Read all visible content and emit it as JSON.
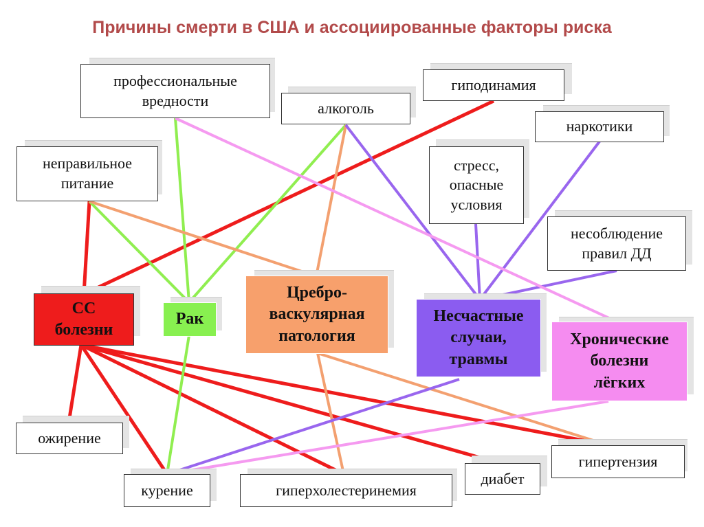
{
  "title": "Причины смерти в США и ассоциированные факторы риска",
  "diseases": {
    "cv": {
      "label": "СС болезни",
      "color": "#ee1c1c"
    },
    "cancer": {
      "label": "Рак",
      "color": "#80f040"
    },
    "cerebro": {
      "label": "Цреброваскулярная патология",
      "line1": "Цребро-",
      "line2": "васкулярная",
      "line3": "патология",
      "color": "#f7a06c"
    },
    "accidents": {
      "label": "Несчастные случаи, травмы",
      "line1": "Несчастные",
      "line2": "случаи,",
      "line3": "травмы",
      "color": "#8b5cf0"
    },
    "lung": {
      "label": "Хронические болезни лёгких",
      "line1": "Хронические",
      "line2": "болезни",
      "line3": "лёгких",
      "color": "#f58cf0"
    }
  },
  "factors": {
    "occupational": {
      "line1": "профессиональные",
      "line2": "вредности"
    },
    "alcohol": "алкоголь",
    "hypodynamia": "гиподинамия",
    "drugs": "наркотики",
    "diet": {
      "line1": "неправильное",
      "line2": "питание"
    },
    "stress": {
      "line1": "стресс,",
      "line2": "опасные",
      "line3": "условия"
    },
    "traffic": {
      "line1": "несоблюдение",
      "line2": "правил ДД"
    },
    "obesity": "ожирение",
    "smoking": "курение",
    "cholesterol": "гиперхолестеринемия",
    "diabetes": "диабет",
    "hypertension": "гипертензия"
  },
  "links": [
    {
      "from": "cv",
      "to": "diet",
      "color": "#ee1c1c"
    },
    {
      "from": "cv",
      "to": "hypodynamia",
      "color": "#ee1c1c"
    },
    {
      "from": "cv",
      "to": "obesity",
      "color": "#ee1c1c"
    },
    {
      "from": "cv",
      "to": "smoking",
      "color": "#ee1c1c"
    },
    {
      "from": "cv",
      "to": "cholesterol",
      "color": "#ee1c1c"
    },
    {
      "from": "cv",
      "to": "diabetes",
      "color": "#ee1c1c"
    },
    {
      "from": "cv",
      "to": "hypertension",
      "color": "#ee1c1c"
    },
    {
      "from": "cancer",
      "to": "occupational",
      "color": "#90ee50"
    },
    {
      "from": "cancer",
      "to": "diet",
      "color": "#90ee50"
    },
    {
      "from": "cancer",
      "to": "alcohol",
      "color": "#90ee50"
    },
    {
      "from": "cancer",
      "to": "smoking",
      "color": "#90ee50"
    },
    {
      "from": "cerebro",
      "to": "diet",
      "color": "#f3a070"
    },
    {
      "from": "cerebro",
      "to": "alcohol",
      "color": "#f3a070"
    },
    {
      "from": "cerebro",
      "to": "cholesterol",
      "color": "#f3a070"
    },
    {
      "from": "cerebro",
      "to": "hypertension",
      "color": "#f3a070"
    },
    {
      "from": "accidents",
      "to": "alcohol",
      "color": "#9966ee"
    },
    {
      "from": "accidents",
      "to": "drugs",
      "color": "#9966ee"
    },
    {
      "from": "accidents",
      "to": "stress",
      "color": "#9966ee"
    },
    {
      "from": "accidents",
      "to": "traffic",
      "color": "#9966ee"
    },
    {
      "from": "accidents",
      "to": "smoking",
      "color": "#9966ee"
    },
    {
      "from": "lung",
      "to": "occupational",
      "color": "#f59af0"
    },
    {
      "from": "lung",
      "to": "smoking",
      "color": "#f59af0"
    }
  ]
}
